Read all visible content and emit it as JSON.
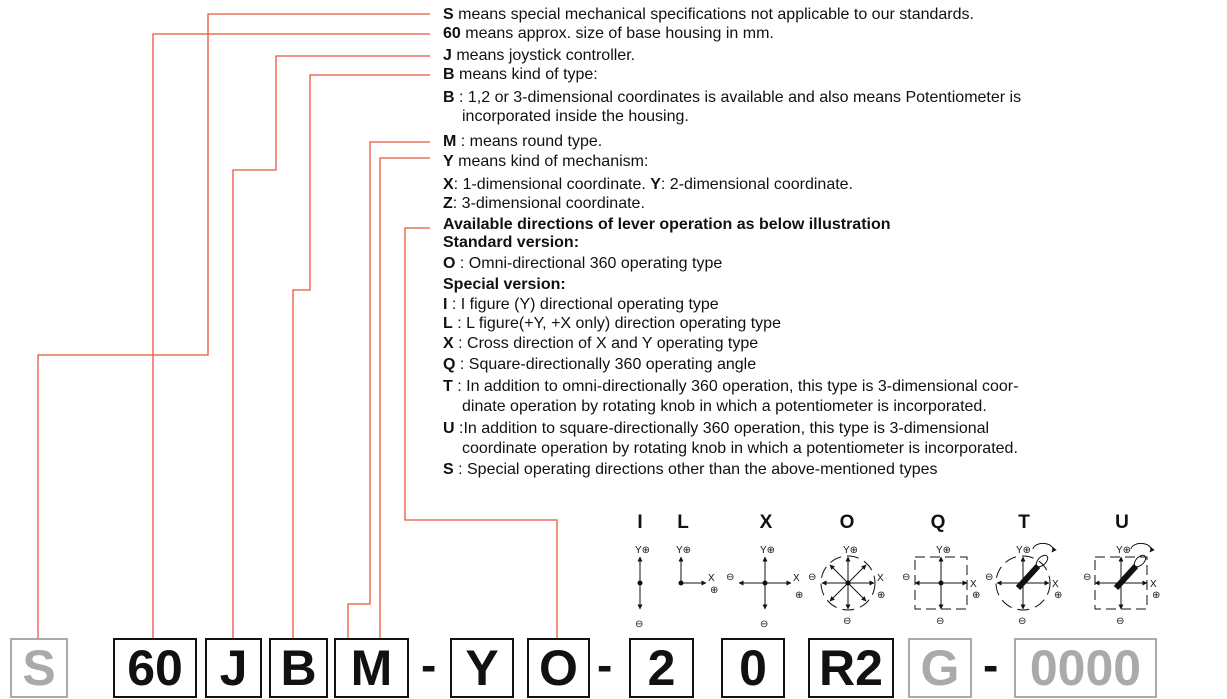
{
  "colors": {
    "leader": "#e8563a",
    "grey_box": "#aaaaaa",
    "text": "#111111"
  },
  "descriptions": {
    "l01": {
      "b": "S",
      "t": " means special mechanical specifications not applicable to our standards."
    },
    "l02": {
      "b": "60",
      "t": " means approx. size of base housing in mm."
    },
    "l03": {
      "b": "J",
      "t": " means joystick controller."
    },
    "l04": {
      "b": "B",
      "t": " means kind of type:"
    },
    "l05": {
      "b": "B",
      "t": " : 1,2 or 3-dimensional coordinates is available and also means Potentiometer is"
    },
    "l06": {
      "b": "",
      "t": "incorporated inside the housing."
    },
    "l07": {
      "b": "M",
      "t": " : means round type."
    },
    "l08": {
      "b": "Y",
      "t": " means kind of mechanism:"
    },
    "l09": {
      "b": "X",
      "t": ": 1-dimensional coordinate. "
    },
    "l09b": {
      "b": "Y",
      "t": ": 2-dimensional coordinate."
    },
    "l10": {
      "b": "Z",
      "t": ": 3-dimensional coordinate."
    },
    "l11": {
      "b": "Available directions of lever operation as below illustration",
      "t": ""
    },
    "l12": {
      "b": "Standard version:",
      "t": ""
    },
    "l13": {
      "b": "O",
      "t": " : Omni-directional 360 operating type"
    },
    "l14": {
      "b": "Special version:",
      "t": ""
    },
    "l15": {
      "b": "I",
      "t": "  : I figure (Y) directional operating type"
    },
    "l16": {
      "b": "L",
      "t": "  : L figure(+Y, +X only) direction operating type"
    },
    "l17": {
      "b": "X",
      "t": " : Cross direction of X and Y operating type"
    },
    "l18": {
      "b": "Q",
      "t": " : Square-directionally 360 operating angle"
    },
    "l19": {
      "b": "T",
      "t": " : In addition to omni-directionally 360 operation, this type is 3-dimensional coor-"
    },
    "l20": {
      "b": "",
      "t": "dinate operation by rotating knob in which a potentiometer is incorporated."
    },
    "l21": {
      "b": "U",
      "t": " :In addition to square-directionally 360 operation, this type is 3-dimensional"
    },
    "l22": {
      "b": "",
      "t": "coordinate operation by rotating knob in which a potentiometer is incorporated."
    },
    "l23": {
      "b": "S",
      "t": " : Special operating directions other than the above-mentioned types"
    }
  },
  "model_code": {
    "c0": "S",
    "c1": "60",
    "c2": "J",
    "c3": "B",
    "c4": "M",
    "d1": "-",
    "c5": "Y",
    "c6": "O",
    "d2": "-",
    "c7": "2",
    "c8": "0",
    "c9": "R2",
    "c10": "G",
    "d3": "-",
    "c11": "0000"
  },
  "directions": {
    "i": "I",
    "l": "L",
    "x": "X",
    "o": "O",
    "q": "Q",
    "t": "T",
    "u": "U"
  },
  "axis_labels": {
    "y": "Y⊕",
    "x": "X",
    "plus": "⊕",
    "minus": "⊖"
  }
}
